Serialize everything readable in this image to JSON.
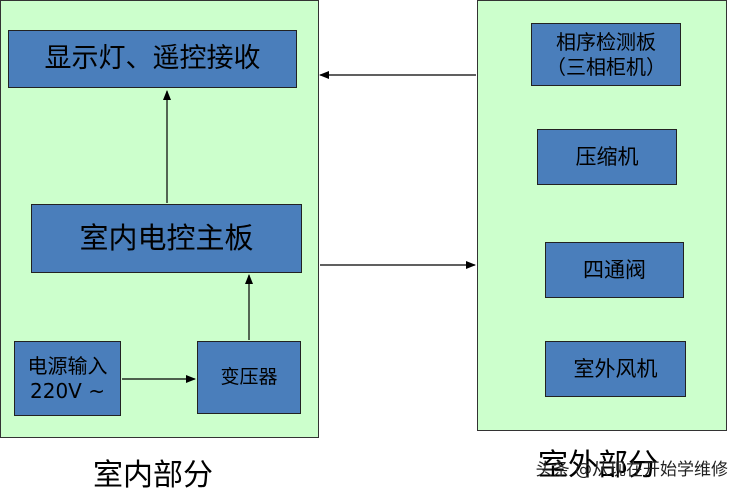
{
  "indoor": {
    "title": "室内部分",
    "display_box": "显示灯、遥控接收",
    "main_board": "室内电控主板",
    "power_input": [
      "电源输入",
      "220V ~"
    ],
    "transformer": "变压器"
  },
  "outdoor": {
    "title": "室外部分",
    "phase_board": [
      "相序检测板",
      "（三相柜机）"
    ],
    "compressor": "压缩机",
    "four_way_valve": "四通阀",
    "outdoor_fan": "室外风机"
  },
  "watermark": "头条 @从现在开始学维修",
  "colors": {
    "panel": "#ccffcc",
    "box": "#4a7ebb",
    "arrow": "#000000"
  }
}
